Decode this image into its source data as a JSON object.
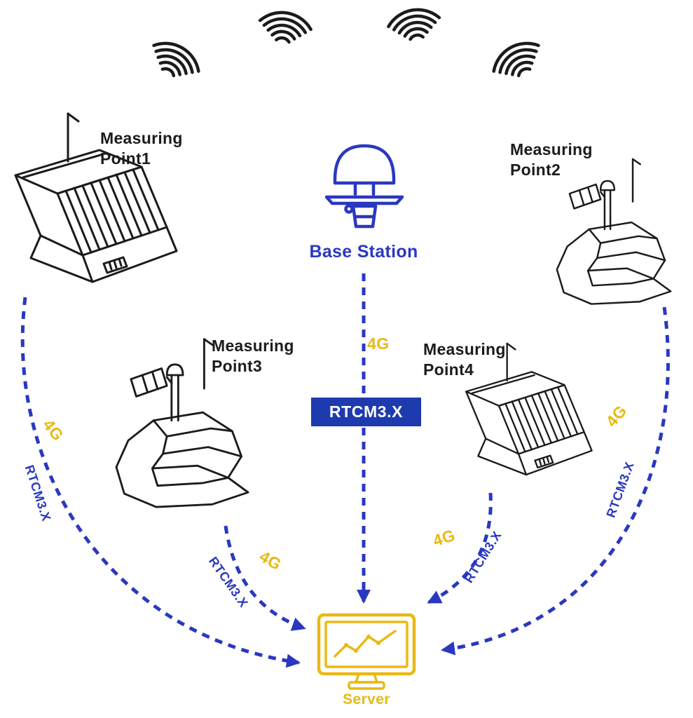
{
  "nodes": {
    "measuring_points": [
      {
        "label": "Measuring\nPoint1"
      },
      {
        "label": "Measuring\nPoint2"
      },
      {
        "label": "Measuring\nPoint3"
      },
      {
        "label": "Measuring\nPoint4"
      }
    ],
    "base_station": {
      "label": "Base Station"
    },
    "server": {
      "label": "Server"
    }
  },
  "protocol_box": {
    "label": "RTCM3.X"
  },
  "edge_labels": {
    "center_4g": "4G",
    "left_4g": "4G",
    "left_rtcm": "RTCM3.X",
    "bottom_left_4g": "4G",
    "bottom_left_rtcm": "RTCM3.X",
    "bottom_right_4g": "4G",
    "bottom_right_rtcm": "RTCM3.X",
    "right_4g": "4G",
    "right_rtcm": "RTCM3.X"
  },
  "connections": [
    {
      "from": "Base Station",
      "to": "Server",
      "link": "4G",
      "payload": "RTCM3.X"
    },
    {
      "from": "Measuring Point1",
      "to": "Server",
      "link": "4G",
      "payload": "RTCM3.X"
    },
    {
      "from": "Measuring Point2",
      "to": "Server",
      "link": "4G",
      "payload": "RTCM3.X"
    },
    {
      "from": "Measuring Point3",
      "to": "Server",
      "link": "4G",
      "payload": "RTCM3.X"
    },
    {
      "from": "Measuring Point4",
      "to": "Server",
      "link": "4G",
      "payload": "RTCM3.X"
    }
  ],
  "colors": {
    "line_art": "#1b1b1b",
    "blue": "#2a38c0",
    "yellow": "#e9b914",
    "box_bg": "#1d3aae",
    "box_text": "#ffffff"
  },
  "icons": {
    "signal_waves": "radio-wave-arcs",
    "base_station": "gnss-antenna-dome",
    "measuring_point_dam": "dam-spillway-line-art",
    "measuring_point_slope": "terraced-slope-line-art",
    "server": "monitor-with-line-chart"
  }
}
